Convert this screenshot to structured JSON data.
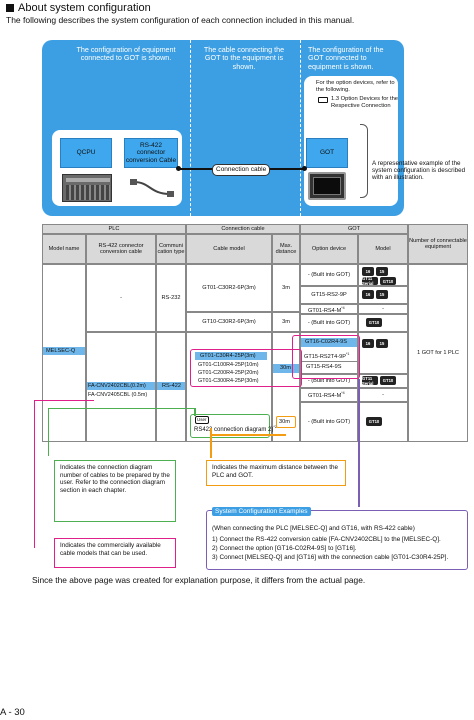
{
  "heading": {
    "title": "About system configuration",
    "subtitle": "The following describes the system configuration of each connection included in this manual."
  },
  "top_panels": {
    "left": "The configuration of equipment connected to GOT is shown.",
    "middle": "The cable connecting the GOT to the equipment is shown.",
    "right": "The configuration of the GOT connected to equipment is shown.",
    "right_sub": "For the option devices, refer to the following.",
    "right_ref": "1.3 Option Devices for the Respective Connection"
  },
  "diagram": {
    "qcpu": "QCPU",
    "rs422": "RS-422 connector conversion Cable",
    "got": "GOT",
    "connection_cable": "Connection cable",
    "callout": "A representative example of the system configuration is described with an illustration."
  },
  "table": {
    "group_plc": "PLC",
    "group_cable": "Connection cable",
    "group_got": "GOT",
    "col_model_name": "Model name",
    "col_rs422": "RS-422 connector conversion cable",
    "col_comm": "Communi cation type",
    "col_cable_model": "Cable model",
    "col_max_dist": "Max. distance",
    "col_option": "Option device",
    "col_model": "Model",
    "col_num": "Number of connectable equipment",
    "model_name": "MELSEC-Q",
    "dash": "-",
    "rs232": "RS-232",
    "rs422_comm": "RS-422",
    "fa1": "FA-CNV2402CBL(0.2m)",
    "fa2": "FA-CNV2405CBL (0.5m)",
    "cable1": "GT01-C30R2-6P(3m)",
    "cable2": "GT10-C30R2-6P(3m)",
    "cable3": "GT01-C30R4-25P(3m)",
    "cable3b": "GT01-C100R4-25P(10m)",
    "cable3c": "GT01-C200R4-25P(20m)",
    "cable3d": "GT01-C300R4-25P(30m)",
    "user_label": "User",
    "cable_user": "RS422 connection diagram 2)",
    "cable_user_note": "*2",
    "dist_3m": "3m",
    "dist_30m": "30m",
    "opt_builtin": "- (Built into GOT)",
    "opt_rs2": "GT15-RS2-9P",
    "opt_rs4m": "GT01-RS4-M",
    "opt_rs4m_note": "*4",
    "opt_c02": "GT16-C02R4-9S",
    "opt_rs2t": "GT15-RS2T4-9P",
    "opt_rs2t_note": "*1",
    "opt_rs4": "GT15-RS4-9S",
    "num": "1 GOT for 1 PLC",
    "icon_a": "16",
    "icon_b": "15",
    "icon_c": "GT11 Serial",
    "icon_d": "GT10",
    "icon_e": "GT10",
    "icon_f": "GT10"
  },
  "notes": {
    "n1": "Indicates the connection diagram number of cables to be prepared by the user. Refer to the connection diagram section in each chapter.",
    "n2": "Indicates the maximum distance between the PLC and GOT.",
    "n3": "Indicates the commercially available cable models that can be used.",
    "example_title": "System Configuration Examples",
    "example_intro": "(When connecting the PLC [MELSEC-Q] and GT16, with RS-422 cable)",
    "example_1": "1) Connect the RS-422 conversion cable [FA-CNV2402CBL] to the [MELSEC-Q].",
    "example_2": "2) Connect the option [GT16-C02R4-9S] to [GT16].",
    "example_3": "3) Connect [MELSEQ-Q] and [GT16] with the connection cable [GT01-C30R4-25P]."
  },
  "footer": {
    "disclaimer": "Since the above page was created for explanation purpose, it differs from the actual page.",
    "page": "A - 30"
  },
  "colors": {
    "accent_blue": "#3d9fe3",
    "green_note": "#4caf50",
    "orange_note": "#f39c12",
    "magenta_note": "#e0208a",
    "purple_note": "#7b5fb5"
  }
}
